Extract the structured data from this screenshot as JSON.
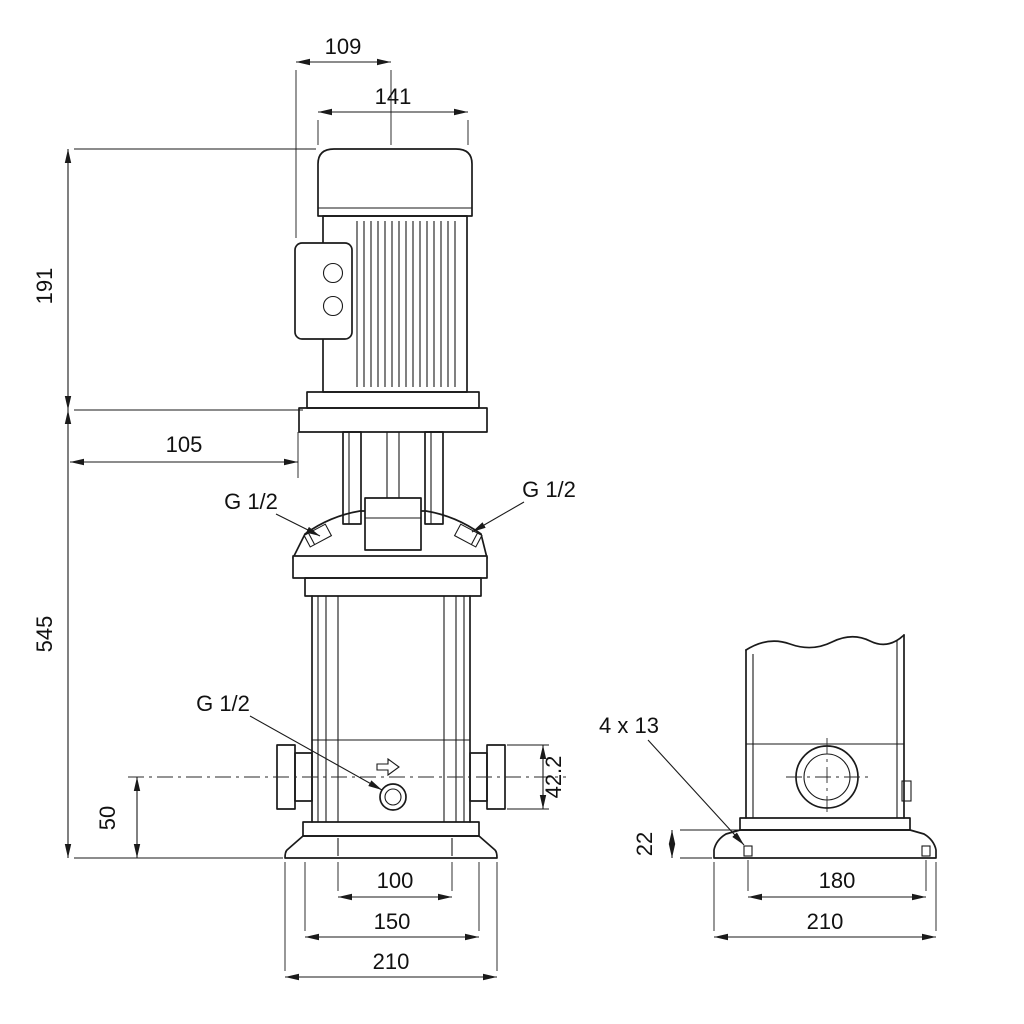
{
  "drawing": {
    "kind": "pump-dimensional-drawing",
    "colors": {
      "line": "#1a1a1a",
      "background": "#ffffff"
    },
    "labels": {
      "d109": "109",
      "d141": "141",
      "d191": "191",
      "d105": "105",
      "d545": "545",
      "g12_top_left": "G 1/2",
      "g12_top_right": "G 1/2",
      "g12_drain": "G 1/2",
      "d50": "50",
      "d42_2": "42.2",
      "d100": "100",
      "d150": "150",
      "d210_front": "210",
      "d4x13": "4 x 13",
      "d22": "22",
      "d180": "180",
      "d210_side": "210"
    }
  }
}
